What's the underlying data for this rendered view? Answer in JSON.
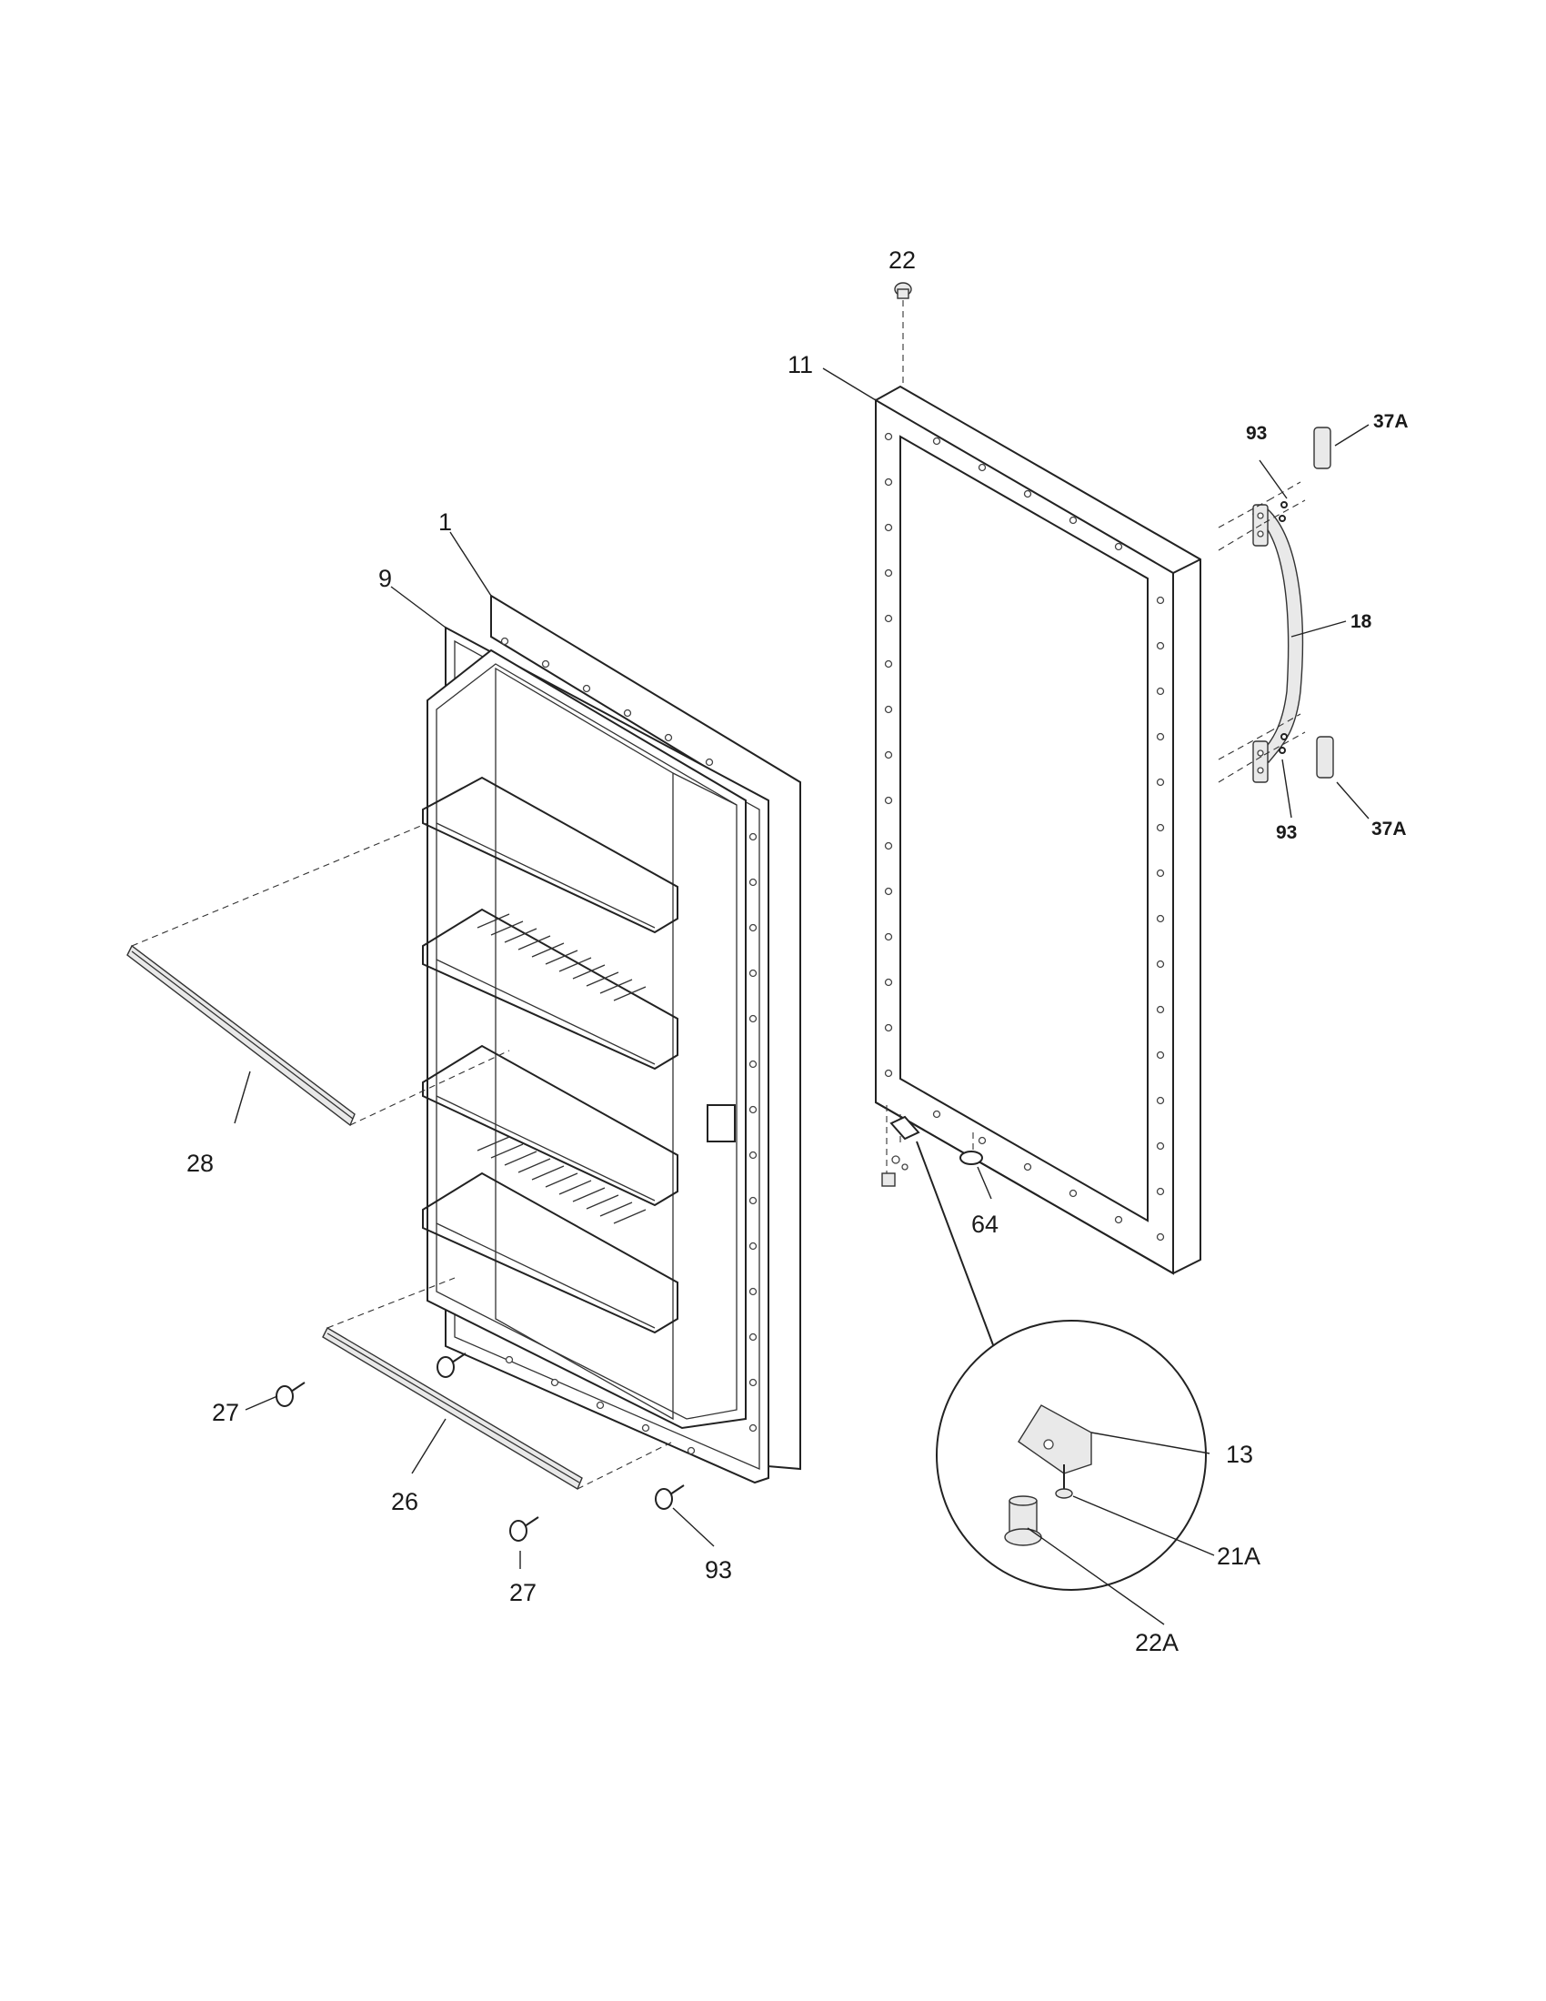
{
  "diagram": {
    "labels": {
      "inner_panel": "1",
      "door_gasket": "9",
      "outer_door": "11",
      "door_handle": "18",
      "handle_plug_top": "22",
      "hinge_bracket": "13",
      "screw": "21A",
      "leveling_plug": "22A",
      "shelf_rail_left": "28",
      "shelf_rail_bottom": "26",
      "push_pin_left": "27",
      "push_pin_bottom": "27",
      "screw_bottom": "93",
      "handle_screw_top": "93",
      "handle_screw_bottom": "93",
      "handle_cap_top": "37A",
      "handle_cap_bottom": "37A",
      "door_stop": "64"
    }
  }
}
